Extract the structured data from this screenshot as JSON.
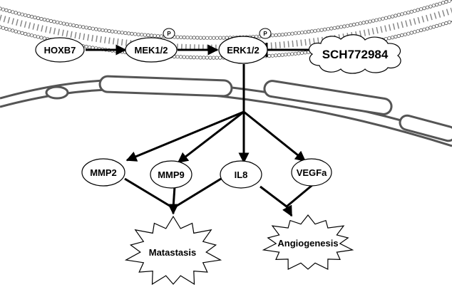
{
  "nodes": {
    "hoxb7": "HOXB7",
    "mek": "MEK1/2",
    "erk": "ERK1/2",
    "inhibitor": "SCH772984",
    "mmp2": "MMP2",
    "mmp9": "MMP9",
    "il8": "IL8",
    "vegfa": "VEGFa",
    "metastasis": "Matastasis",
    "angiogenesis": "Angiogenesis"
  },
  "phospho_badge": "P",
  "colors": {
    "line": "#000000",
    "membrane": "#555555",
    "fill": "#ffffff"
  }
}
